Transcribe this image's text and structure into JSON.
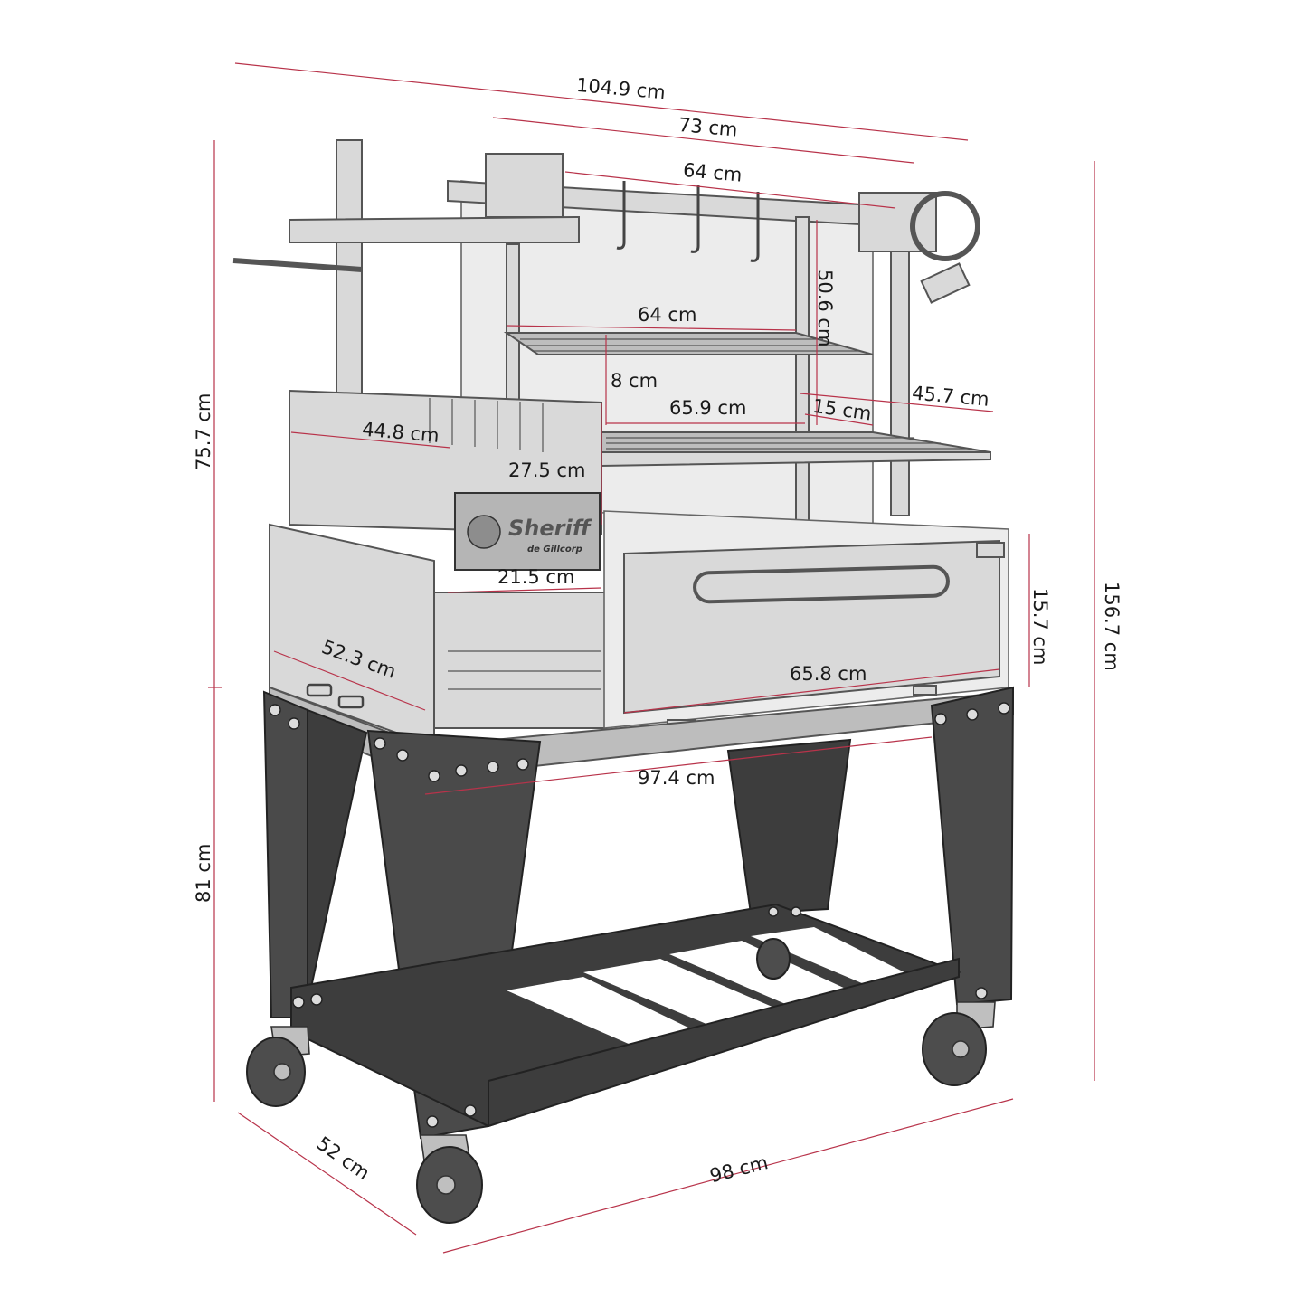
{
  "logo": {
    "brand": "Sheriff",
    "sub": "de Gillcorp"
  },
  "dimensions": {
    "total_width": "104.9 cm",
    "top_width": "73 cm",
    "top_bar_width": "64 cm",
    "upper_grill_width": "64 cm",
    "back_height": "50.6 cm",
    "grill_gap": "8 cm",
    "lower_grill_width": "65.9 cm",
    "grill_depth": "45.7 cm",
    "shelf_offset": "15 cm",
    "basket_width": "44.8 cm",
    "basket_height": "27.5 cm",
    "basket_depth": "21.5 cm",
    "side_box_depth": "52.3 cm",
    "drawer_width": "65.8 cm",
    "drawer_height": "15.7 cm",
    "frame_width": "97.4 cm",
    "upper_height": "75.7 cm",
    "stand_height": "81 cm",
    "overall_height": "156.7 cm",
    "base_depth": "52 cm",
    "base_width": "98 cm"
  }
}
